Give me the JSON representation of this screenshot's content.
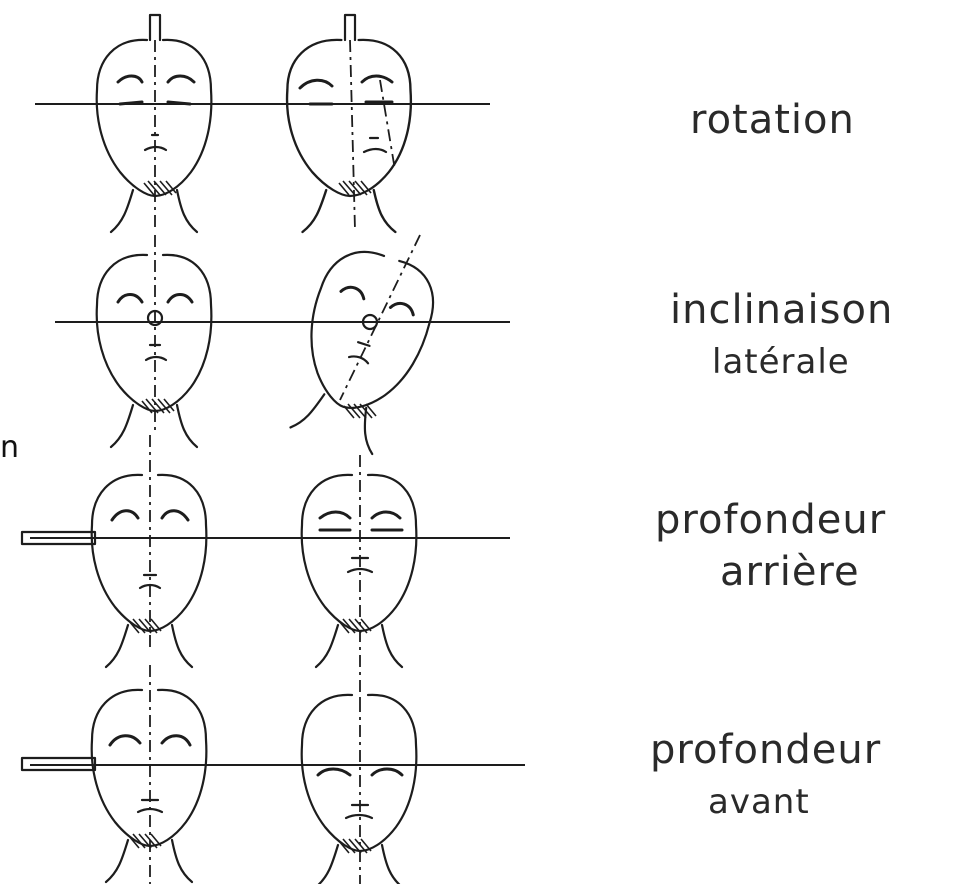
{
  "labels": {
    "rotation": "rotation",
    "lateral_1": "inclinaison",
    "lateral_2": "latérale",
    "back_1": "profondeur",
    "back_2": "arrière",
    "front_1": "profondeur",
    "front_2": "avant"
  },
  "edge_letter": "n",
  "colors": {
    "ink": "#1d1d1d",
    "paper": "#ffffff"
  }
}
